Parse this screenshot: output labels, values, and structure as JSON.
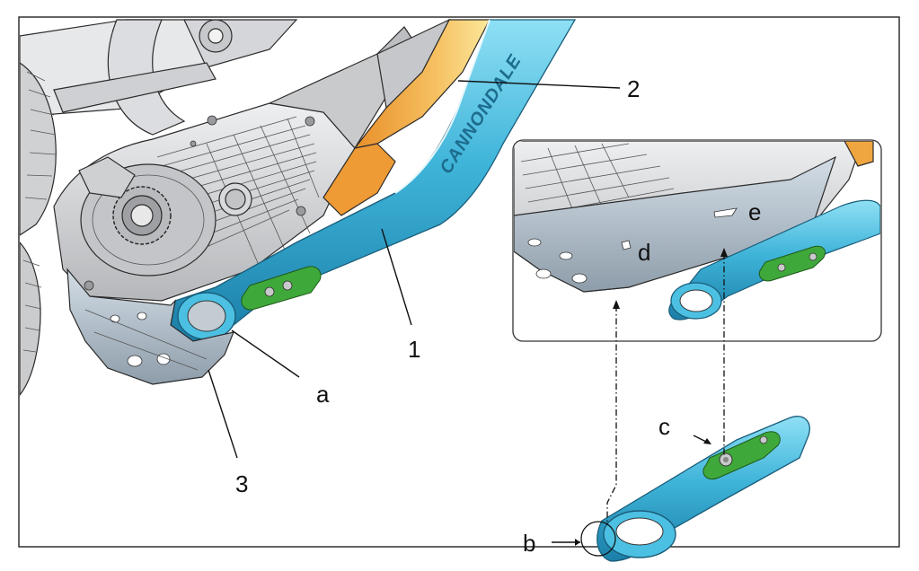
{
  "figure": {
    "colors": {
      "frame_gray": "#d9dadc",
      "motor_gray": "#c9cacc",
      "arm_blue": "#3fb4d9",
      "arm_blue_dark": "#1b8fb8",
      "guard_gray": "#a9b6c2",
      "pad_green": "#3fa83a",
      "frame_orange": "#f0a640",
      "frame_yellow": "#f7dc7a",
      "border": "#222222"
    },
    "brand_text": "CANNONDALE",
    "callouts": {
      "label_1": "1",
      "label_2": "2",
      "label_3": "3",
      "label_a": "a",
      "label_b": "b",
      "label_c": "c",
      "label_d": "d",
      "label_e": "e"
    }
  }
}
